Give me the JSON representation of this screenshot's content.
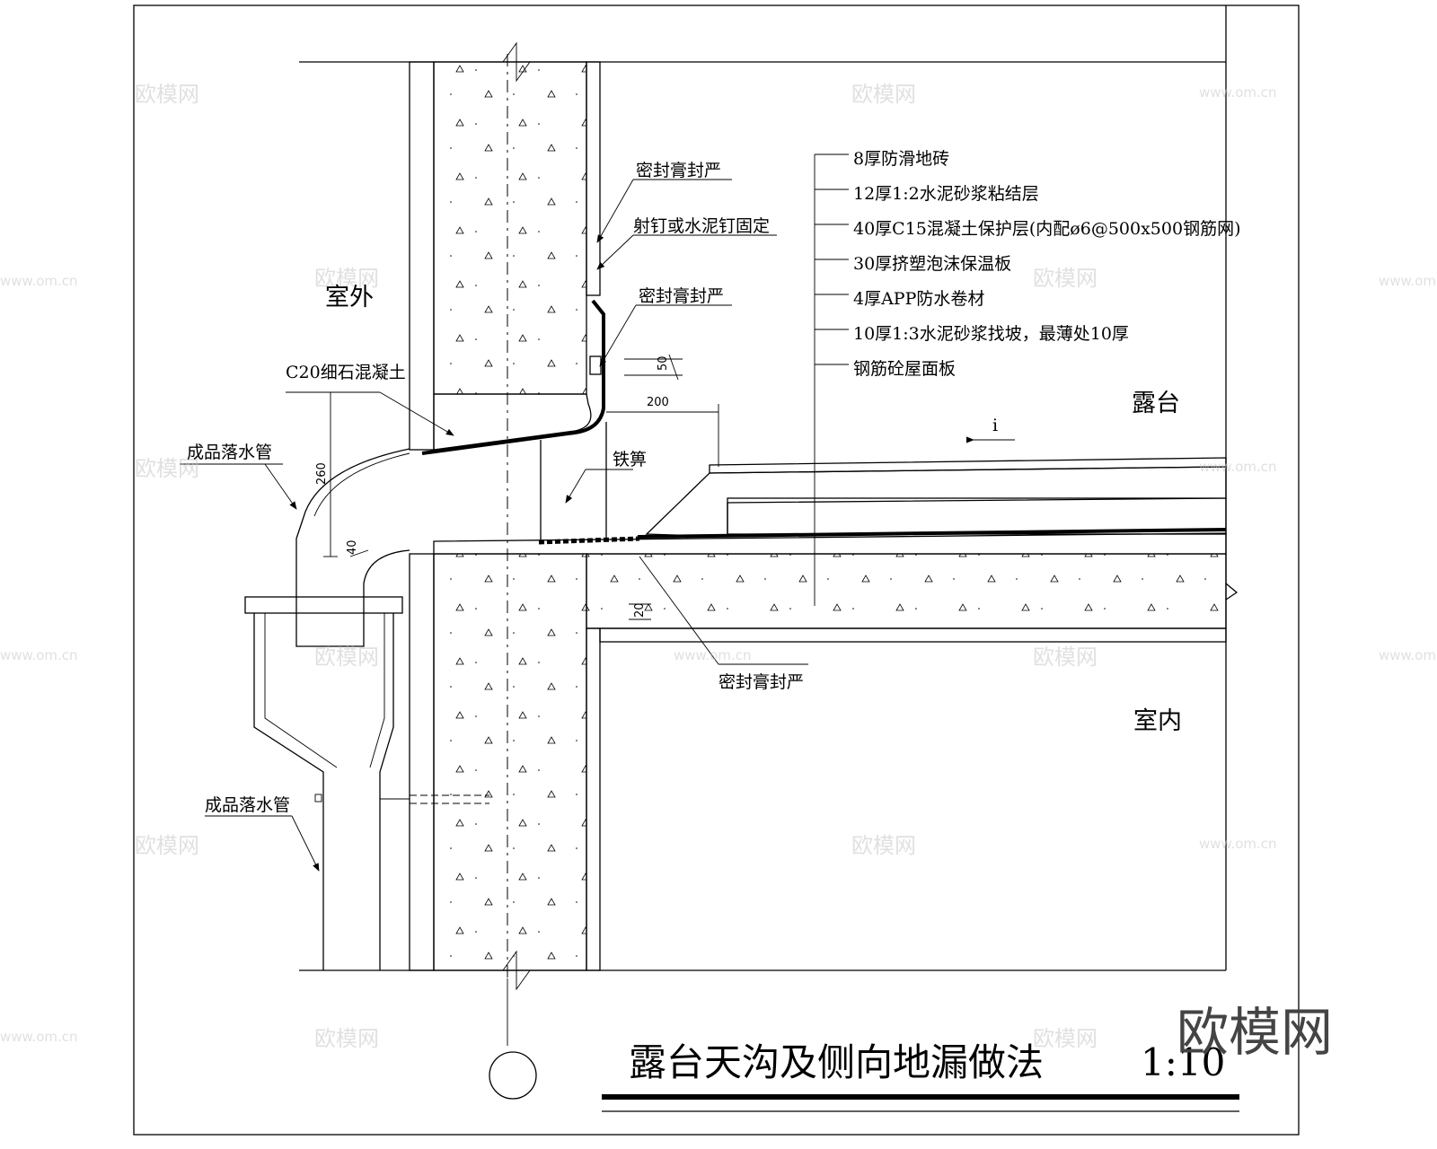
{
  "drawing": {
    "title": "露台天沟及侧向地漏做法",
    "scale": "1:10"
  },
  "regions": {
    "outdoor": "室外",
    "terrace": "露台",
    "indoor": "室内"
  },
  "layers": [
    "8厚防滑地砖",
    "12厚1:2水泥砂浆粘结层",
    "40厚C15混凝土保护层(内配ø6@500x500钢筋网)",
    "30厚挤塑泡沫保温板",
    "4厚APP防水卷材",
    "10厚1:3水泥砂浆找坡，最薄处10厚",
    "钢筋砼屋面板"
  ],
  "callouts": {
    "sealant_top": "密封膏封严",
    "fixing": "射钉或水泥钉固定",
    "sealant_mid": "密封膏封严",
    "concrete": "C20细石混凝土",
    "pipe_upper": "成品落水管",
    "pipe_lower": "成品落水管",
    "cast_iron": "铁箅",
    "sealant_bottom": "密封膏封严",
    "slope": "i"
  },
  "dimensions": {
    "d50": "50",
    "d200": "200",
    "d260": "260",
    "d40": "40",
    "d20": "20"
  },
  "watermark": {
    "brand": "欧模网",
    "url": "www.om.cn"
  }
}
